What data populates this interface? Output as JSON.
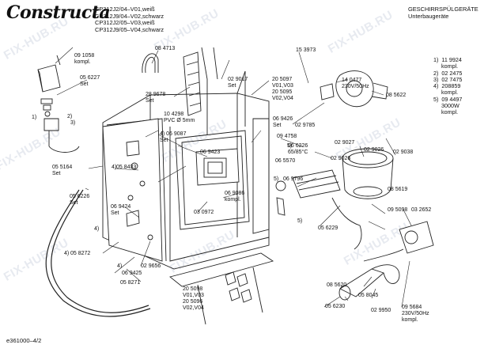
{
  "brand": "Constructa",
  "header": {
    "models": "CP312J2/04–V01,weiß\nCP312J9/04–V02,schwarz\nCP312J2/05–V03,weiß\nCP312J9/05–V04,schwarz",
    "category": "GESCHIRRSPÜLGERÄTE\nUnterbaugeräte"
  },
  "legend": "1)  11 9924\n     kompl.\n2)  02 2475\n3)  02 7475\n4)  208859\n     kompl.\n5)  09 4497\n     3000W\n     kompl.",
  "footer_code": "e361000–4/2",
  "watermark": "FIX-HUB.RU",
  "parts": {
    "p091058": "09 1058\nkompl.",
    "p084713": "08 4713",
    "p056227": "05 6227\nSet",
    "p289678": "28 9678\nSet",
    "p029017": "02 9017\nSet",
    "p205097": "20 5097\nV01,V03\n20 5095\nV02,V04",
    "p153973": "15 3973",
    "p140477": "14 0477\n230V/50Hz",
    "p085622": "08 5622",
    "p104298": "10 4298\nPVC Ø 5mm",
    "p069087": "4) 06 9087\nSet",
    "p069426": "06 9426\nSet",
    "p029785": "02 9785",
    "p094758": "09 4758",
    "p066226": "06 6226\n65/85°C",
    "p065570": "06 5570",
    "p029027": "02 9027",
    "p029026a": "02 9026",
    "p029038": "02 9038",
    "p029026b": "02 9026",
    "p069423": "06 9423",
    "p055164": "05 5164\nSet",
    "p058433": "05 8433",
    "p056226": "05 6226\nSet",
    "p069424": "06 9424\nSet",
    "p069086": "06 9086\nkompl.",
    "p030972": "03 0972",
    "p069796": "06 9796",
    "p085619": "08 5619",
    "p095098": "09 5098",
    "p032652": "03 2652",
    "p056229": "05 6229",
    "p058272": "05 8272",
    "p029656": "02 9656",
    "p069425": "06 9425",
    "p058271": "05 8271",
    "p205098": "20 5098\nV01,V03\n20 5096\nV02,V04",
    "p085620": "08 5620",
    "p058045": "05 8045",
    "p095684": "09 5684\n230V/50Hz\nkompl.",
    "p056230": "05 6230",
    "p029950": "02 9950",
    "n1": "1)",
    "n2": "2)",
    "n3": "3)",
    "n4a": "4)",
    "n4b": "4)",
    "n4c": "4)",
    "n4d": "4)",
    "n5a": "5)",
    "n5b": "5)",
    "n5c": "5)"
  }
}
